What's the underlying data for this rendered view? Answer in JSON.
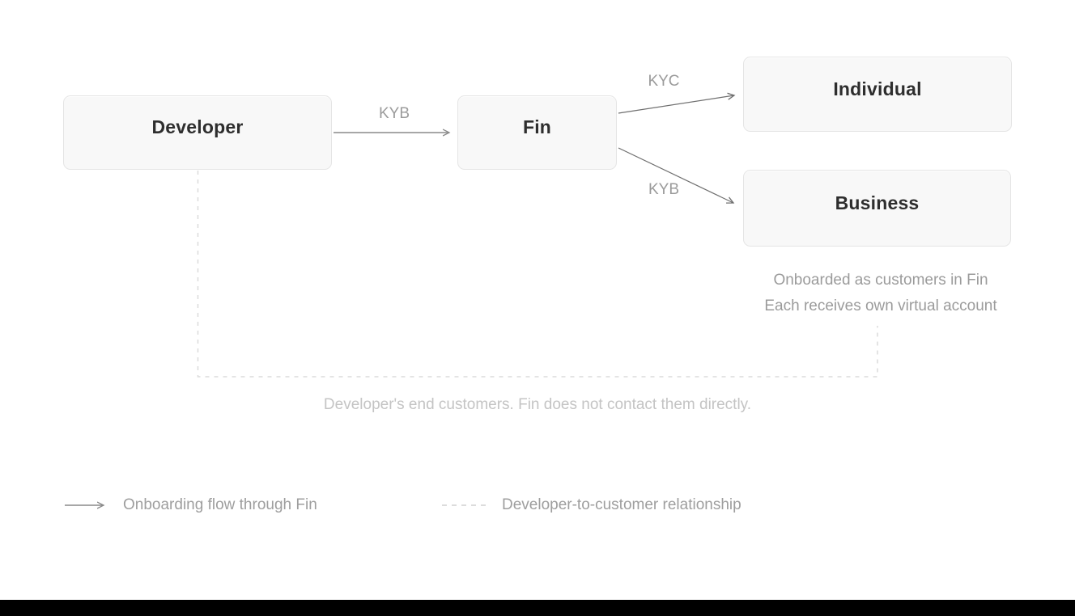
{
  "diagram": {
    "nodes": {
      "developer": "Developer",
      "fin": "Fin",
      "individual": "Individual",
      "business": "Business"
    },
    "edge_labels": {
      "developer_to_fin": "KYB",
      "fin_to_individual": "KYC",
      "fin_to_business": "KYB"
    },
    "notes": {
      "onboarded_line1": "Onboarded as customers in Fin",
      "onboarded_line2": "Each receives own virtual account",
      "end_customers": "Developer's end customers. Fin does not contact them directly."
    },
    "legend": {
      "solid_label": "Onboarding flow through Fin",
      "dashed_label": "Developer-to-customer relationship"
    },
    "colors": {
      "node_fill": "#f8f8f8",
      "node_border": "#e5e5e5",
      "node_text": "#2e2e2e",
      "solid_edge": "#8a8a8a",
      "diagonal_edge": "#6e6e6e",
      "edge_label_text": "#9b9b9b",
      "note_text": "#9b9b9b",
      "faint_note_text": "#c4c4c4",
      "dashed_edge": "#dcdcdc",
      "bottom_bar": "#000000"
    }
  }
}
